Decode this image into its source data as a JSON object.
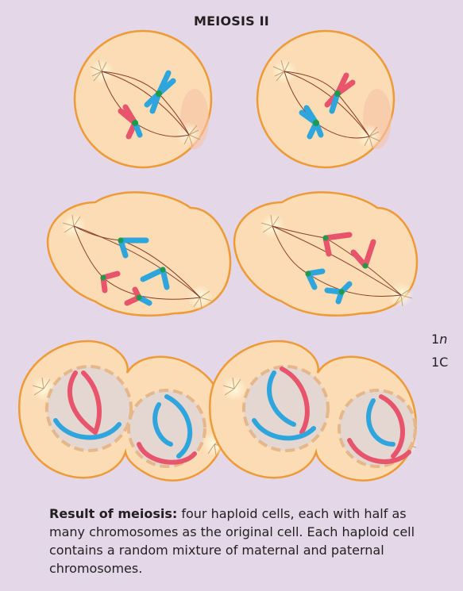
{
  "title": "MEIOSIS II",
  "ploidy": {
    "prefix": "1",
    "n": "n",
    "c": "1C"
  },
  "caption": {
    "lead": "Result of meiosis:",
    "text": " four haploid cells, each with half as many chromosomes as the original cell. Each haploid cell contains a random mixture of maternal and paternal chromosomes."
  },
  "colors": {
    "background": "#e3d7e8",
    "cell_fill": "#fbdcb4",
    "cell_stroke": "#ee9a36",
    "maternal": "#e8546c",
    "paternal": "#2ea6dd",
    "centromere": "#1f9a4a",
    "spindle": "#8a3a24",
    "nucleus": "#e4d6d0"
  }
}
